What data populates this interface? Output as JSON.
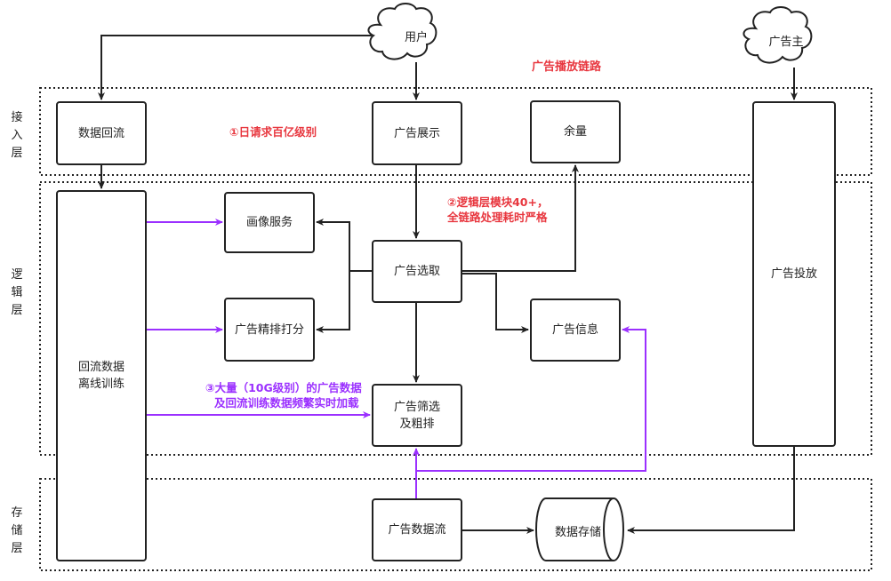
{
  "title": "广告播放链路",
  "layers": {
    "access": "接入层",
    "logic": "逻辑层",
    "storage": "存储层"
  },
  "actors": {
    "user": "用户",
    "advertiser": "广告主"
  },
  "nodes": {
    "data_backflow": "数据回流",
    "ad_display": "广告展示",
    "inventory": "余量",
    "offline_training": "回流数据\n离线训练",
    "profile_service": "画像服务",
    "ad_ranking_score": "广告精排打分",
    "ad_selection": "广告选取",
    "ad_info": "广告信息",
    "ad_filter": "广告筛选\n及粗排",
    "ad_delivery": "广告投放",
    "ad_data_stream": "广告数据流",
    "data_storage": "数据存储"
  },
  "notes": {
    "note1": "①日请求百亿级别",
    "note2_line1": "②逻辑层模块40+，",
    "note2_line2": "全链路处理耗时严格",
    "note3_line1": "③大量（10G级别）的广告数据",
    "note3_line2": "及回流训练数据频繁实时加载"
  },
  "colors": {
    "title_red": "#e8373f",
    "note_purple": "#9b30ff",
    "line_dark": "#222222"
  }
}
